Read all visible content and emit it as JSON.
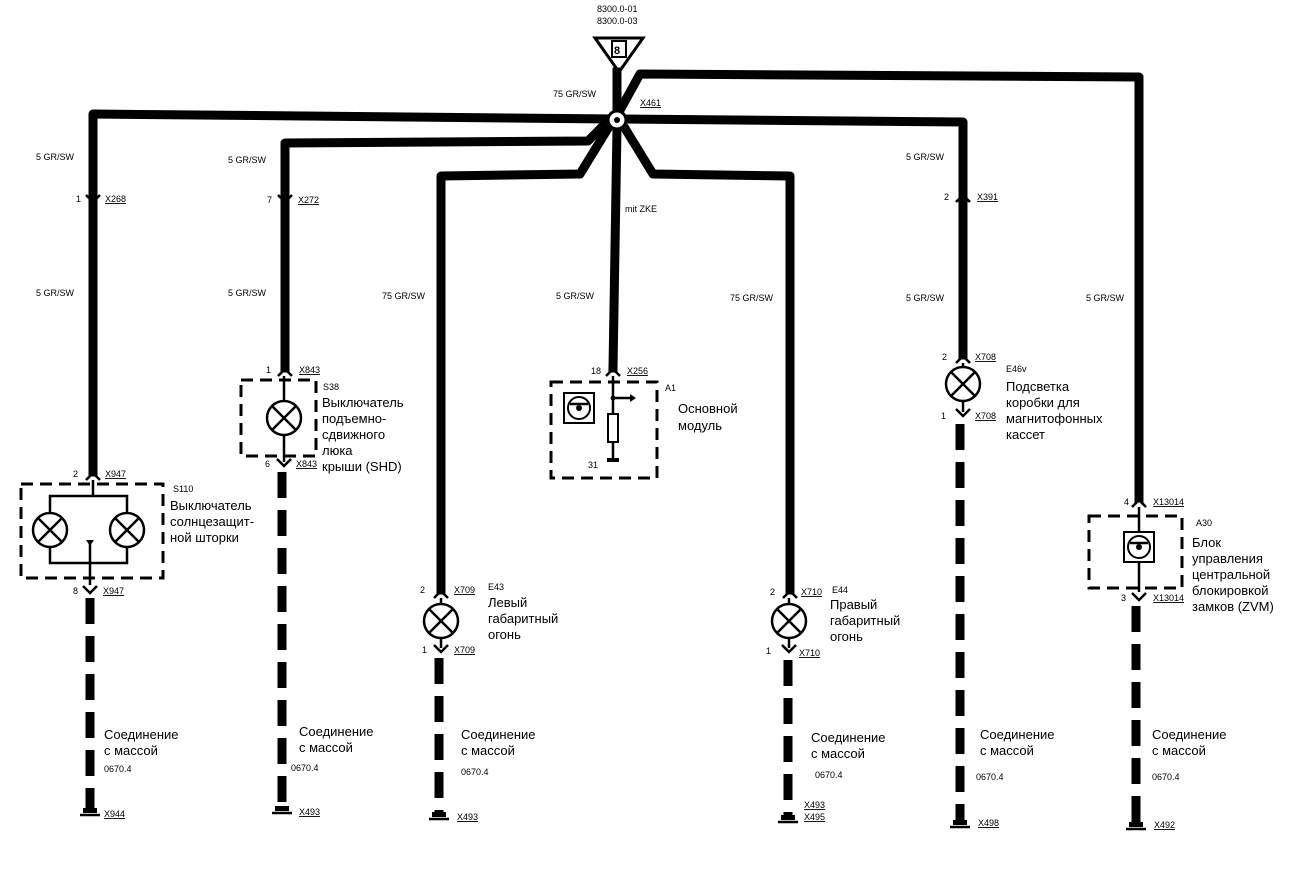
{
  "fuse": {
    "ref1": "8300.0-01",
    "ref2": "8300.0-03",
    "number": "8"
  },
  "junction": {
    "wire": "75 GR/SW",
    "connector": "X461",
    "note": "mit ZKE"
  },
  "branches": [
    {
      "wire_top": "5 GR/SW",
      "pin_top": "1",
      "conn_top": "X268",
      "wire_mid": "5 GR/SW",
      "pin_in": "2",
      "conn_in": "X947",
      "id": "S110",
      "label": [
        "Выключатель",
        "солнцезащит-",
        "ной шторки"
      ],
      "pin_out": "8",
      "conn_out": "X947",
      "ground_label": [
        "Соединение",
        "с массой"
      ],
      "ground_ref": "0670.4",
      "ground_conn": "X944"
    },
    {
      "wire_top": "5 GR/SW",
      "pin_top": "7",
      "conn_top": "X272",
      "wire_mid": "5 GR/SW",
      "pin_in": "1",
      "conn_in": "X843",
      "id": "S38",
      "label": [
        "Выключатель",
        "подъемно-",
        "сдвижного",
        "люка",
        "крыши (SHD)"
      ],
      "pin_out": "6",
      "conn_out": "X843",
      "ground_label": [
        "Соединение",
        "с массой"
      ],
      "ground_ref": "0670.4",
      "ground_conn": "X493"
    },
    {
      "wire_mid": "75 GR/SW",
      "pin_in": "2",
      "conn_in": "X709",
      "id": "E43",
      "label": [
        "Левый",
        "габаритный",
        "огонь"
      ],
      "pin_out": "1",
      "conn_out": "X709",
      "ground_label": [
        "Соединение",
        "с массой"
      ],
      "ground_ref": "0670.4",
      "ground_conn": "X493"
    },
    {
      "wire_mid": "5 GR/SW",
      "pin_in": "18",
      "conn_in": "X256",
      "id": "A1",
      "label": [
        "Основной",
        "модуль"
      ],
      "pin_ground": "31"
    },
    {
      "wire_mid": "75 GR/SW",
      "pin_in": "2",
      "conn_in": "X710",
      "id": "E44",
      "label": [
        "Правый",
        "габаритный",
        "огонь"
      ],
      "pin_out": "1",
      "conn_out": "X710",
      "ground_label": [
        "Соединение",
        "с массой"
      ],
      "ground_ref": "0670.4",
      "ground_conn": "X493",
      "ground_conn2": "X495"
    },
    {
      "wire_top": "5 GR/SW",
      "pin_top": "2",
      "conn_top": "X391",
      "wire_mid": "5 GR/SW",
      "pin_in": "2",
      "conn_in": "X708",
      "id": "E46v",
      "label": [
        "Подсветка",
        "коробки для",
        "магнитофонных",
        "кассет"
      ],
      "pin_out": "1",
      "conn_out": "X708",
      "ground_label": [
        "Соединение",
        "с массой"
      ],
      "ground_ref": "0670.4",
      "ground_conn": "X498"
    },
    {
      "wire_mid": "5 GR/SW",
      "pin_in": "4",
      "conn_in": "X13014",
      "id": "A30",
      "label": [
        "Блок",
        "управления",
        "центральной",
        "блокировкой",
        "замков (ZVM)"
      ],
      "pin_out": "3",
      "conn_out": "X13014",
      "ground_label": [
        "Соединение",
        "с массой"
      ],
      "ground_ref": "0670.4",
      "ground_conn": "X492"
    }
  ]
}
